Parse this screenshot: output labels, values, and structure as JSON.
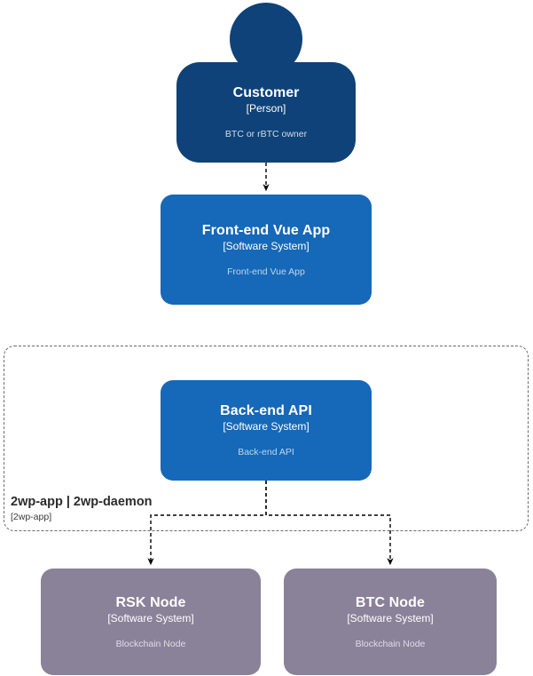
{
  "diagram": {
    "kind": "c4-system-context",
    "colors": {
      "person_navy": "#0F4278",
      "system_blue": "#1668B8",
      "external_node": "#8A8299",
      "boundary_stroke": "#6a6a6a",
      "connector_stroke": "#000000",
      "background": "#ffffff",
      "node_text": "#ffffff"
    },
    "nodes": [
      {
        "id": "customer",
        "shape": "person",
        "title": "Customer",
        "type": "[Person]",
        "description": "BTC or rBTC owner",
        "color": "#0F4278"
      },
      {
        "id": "frontend",
        "shape": "box",
        "title": "Front-end Vue App",
        "type": "[Software System]",
        "description": "Front-end Vue App",
        "color": "#1668B8"
      },
      {
        "id": "backend",
        "shape": "box",
        "title": "Back-end API",
        "type": "[Software System]",
        "description": "Back-end API",
        "color": "#1668B8"
      },
      {
        "id": "rsk-node",
        "shape": "box",
        "title": "RSK Node",
        "type": "[Software System]",
        "description": "Blockchain Node",
        "color": "#8A8299"
      },
      {
        "id": "btc-node",
        "shape": "box",
        "title": "BTC Node",
        "type": "[Software System]",
        "description": "Blockchain Node",
        "color": "#8A8299"
      }
    ],
    "boundary": {
      "id": "2wp-app-boundary",
      "title": "2wp-app | 2wp-daemon",
      "type": "[2wp-app]",
      "style": "dashed"
    },
    "relationships": [
      {
        "from": "customer",
        "to": "frontend",
        "label": "",
        "style": "dashed-arrow"
      },
      {
        "from": "backend",
        "to": "rsk-node",
        "label": "",
        "style": "dashed-arrow"
      },
      {
        "from": "backend",
        "to": "btc-node",
        "label": "",
        "style": "dashed-arrow"
      }
    ]
  }
}
